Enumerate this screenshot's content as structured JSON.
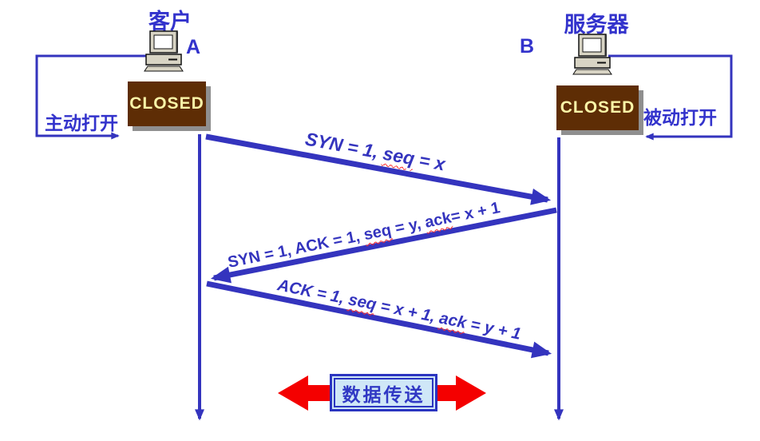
{
  "colors": {
    "accent_blue": "#3333cc",
    "arrow_blue": "#3434be",
    "squiggle_red": "#ff2a2a",
    "data_arrow_red": "#f40000",
    "closed_box_bg": "#5e2d05",
    "closed_box_text": "#fbf5a8",
    "closed_box_shadow": "#8f8f8f",
    "data_box_bg": "#cfe7f7",
    "data_box_border": "#2b35c0",
    "computer_body": "#d8d4c4"
  },
  "client": {
    "title": "客户",
    "host_letter": "A",
    "state_label": "CLOSED",
    "open_label": "主动打开"
  },
  "server": {
    "title": "服务器",
    "host_letter": "B",
    "state_label": "CLOSED",
    "open_label": "被动打开"
  },
  "messages": {
    "syn": {
      "full_text": "SYN = 1, seq = x",
      "parts": [
        {
          "text": "SYN = 1, "
        },
        {
          "text": "seq",
          "wavy": true
        },
        {
          "text": " = x"
        }
      ]
    },
    "synack": {
      "full_text": "SYN = 1, ACK = 1, seq = y, ack= x + 1",
      "parts": [
        {
          "text": "SYN = 1, ACK = 1, "
        },
        {
          "text": "seq",
          "wavy": true
        },
        {
          "text": " = y, "
        },
        {
          "text": "ack",
          "wavy": true
        },
        {
          "text": "= x + 1"
        }
      ]
    },
    "ack": {
      "full_text": "ACK = 1, seq = x + 1, ack = y + 1",
      "parts": [
        {
          "text": "ACK = 1, "
        },
        {
          "text": "seq",
          "wavy": true
        },
        {
          "text": " = x + 1, "
        },
        {
          "text": "ack",
          "wavy": true
        },
        {
          "text": " = y + 1"
        }
      ]
    }
  },
  "data_transfer": {
    "label": "数据传送"
  }
}
